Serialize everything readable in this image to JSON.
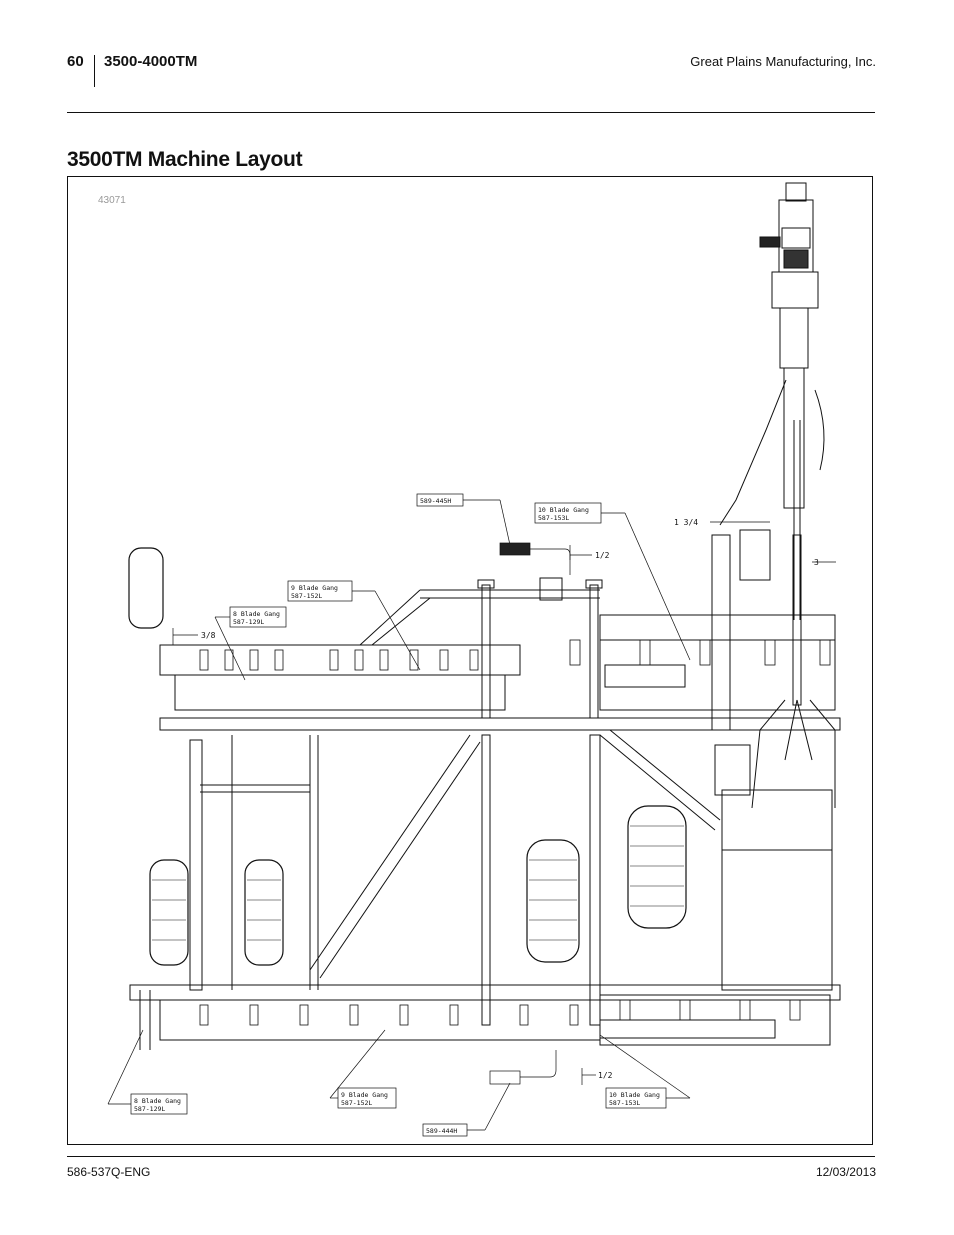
{
  "header": {
    "page_number": "60",
    "model": "3500-4000TM",
    "company": "Great Plains Manufacturing, Inc."
  },
  "title": "3500TM Machine Layout",
  "figure": {
    "figure_number": "43071",
    "callouts": {
      "hose_top": "589-445H",
      "gang10_top_line1": "10 Blade Gang",
      "gang10_top_line2": "587-153L",
      "gang9_top_line1": "9 Blade Gang",
      "gang9_top_line2": "587-152L",
      "gang8_top_line1": "8 Blade Gang",
      "gang8_top_line2": "587-129L",
      "gang8_bot_line1": "8 Blade Gang",
      "gang8_bot_line2": "587-129L",
      "gang9_bot_line1": "9 Blade Gang",
      "gang9_bot_line2": "587-152L",
      "gang10_bot_line1": "10 Blade Gang",
      "gang10_bot_line2": "587-153L",
      "hose_bottom": "589-444H"
    },
    "dimensions": {
      "half_top": "1/2",
      "three_eighths": "3/8",
      "one_three_quarters": "1 3/4",
      "three": "3",
      "half_bottom": "1/2"
    }
  },
  "footer": {
    "doc_number": "586-537Q-ENG",
    "date": "12/03/2013"
  }
}
